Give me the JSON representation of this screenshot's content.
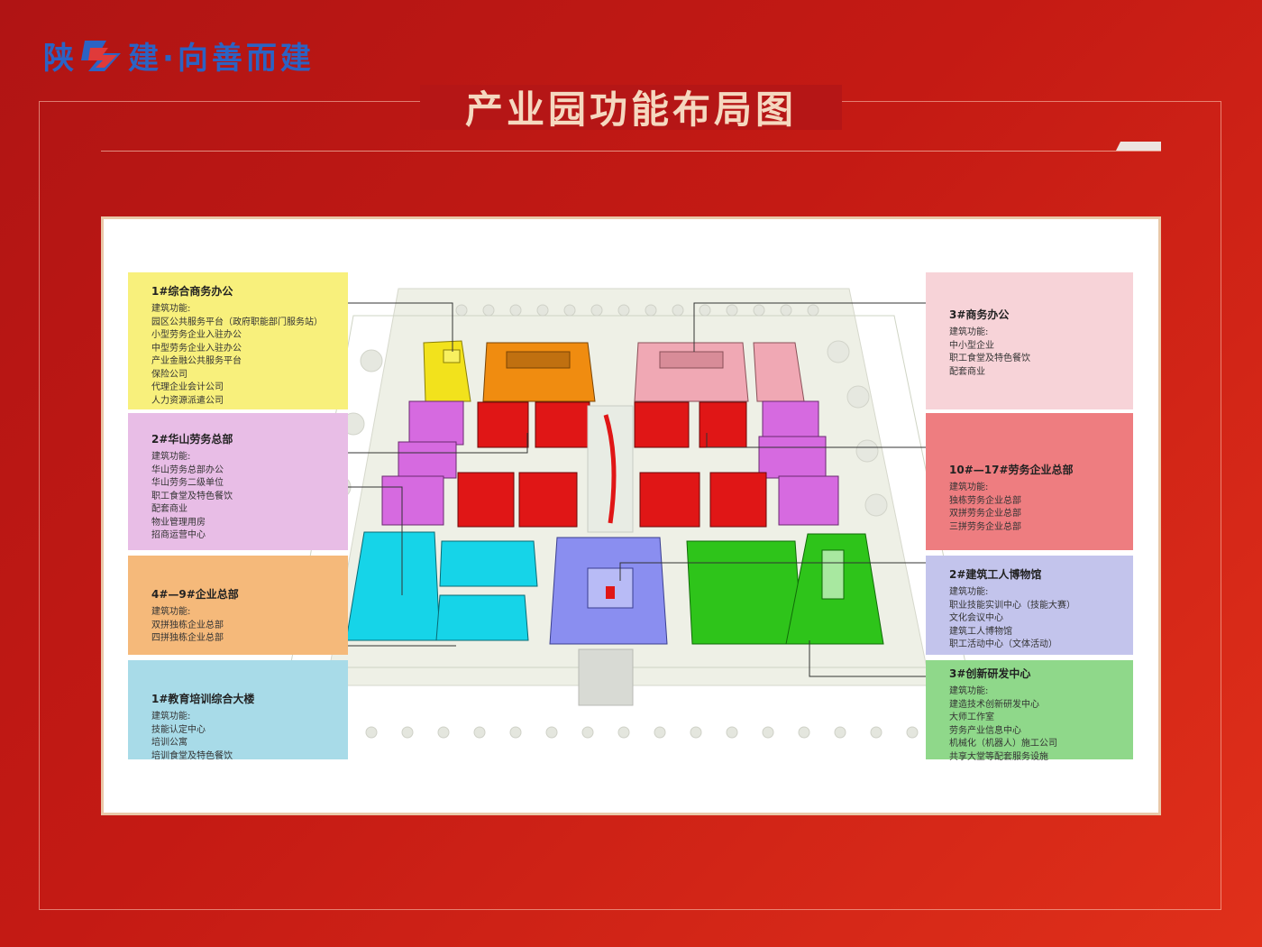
{
  "logo": {
    "left": "陕",
    "right": "建·向善而建"
  },
  "title": "产业园功能布局图",
  "colors": {
    "background": "#c41a14",
    "logo": "#2b63c4",
    "title": "#f5d8c0",
    "yellow": "#f2e21c",
    "orange": "#f08c10",
    "pink": "#f0a8b4",
    "magenta": "#d66ae0",
    "red": "#e01616",
    "cyan": "#16d4e8",
    "blue": "#8a8ef0",
    "green": "#2ec41a"
  },
  "left_boxes": [
    {
      "title": "1#综合商务办公",
      "lines": [
        "建筑功能:",
        "园区公共服务平台（政府职能部门服务站）",
        "小型劳务企业入驻办公",
        "中型劳务企业入驻办公",
        "产业金融公共服务平台",
        "保险公司",
        "代理企业会计公司",
        "人力资源派遣公司"
      ]
    },
    {
      "title": "2#华山劳务总部",
      "lines": [
        "建筑功能:",
        "华山劳务总部办公",
        "华山劳务二级单位",
        "职工食堂及特色餐饮",
        "配套商业",
        "物业管理用房",
        "招商运营中心"
      ]
    },
    {
      "title": "4#—9#企业总部",
      "lines": [
        "建筑功能:",
        "双拼独栋企业总部",
        "四拼独栋企业总部"
      ]
    },
    {
      "title": "1#教育培训综合大楼",
      "lines": [
        "建筑功能:",
        "技能认定中心",
        "培训公寓",
        "培训食堂及特色餐饮"
      ]
    }
  ],
  "right_boxes": [
    {
      "title": "3#商务办公",
      "lines": [
        "建筑功能:",
        "中小型企业",
        "职工食堂及特色餐饮",
        "配套商业"
      ]
    },
    {
      "title": "10#—17#劳务企业总部",
      "lines": [
        "建筑功能:",
        "独栋劳务企业总部",
        "双拼劳务企业总部",
        "三拼劳务企业总部"
      ]
    },
    {
      "title": "2#建筑工人博物馆",
      "lines": [
        "建筑功能:",
        "职业技能实训中心（技能大赛）",
        "文化会议中心",
        "建筑工人博物馆",
        "职工活动中心（文体活动）"
      ]
    },
    {
      "title": "3#创新研发中心",
      "lines": [
        "建筑功能:",
        "建造技术创新研发中心",
        "大师工作室",
        "劳务产业信息中心",
        "机械化（机器人）施工公司",
        "共享大堂等配套服务设施"
      ]
    }
  ]
}
